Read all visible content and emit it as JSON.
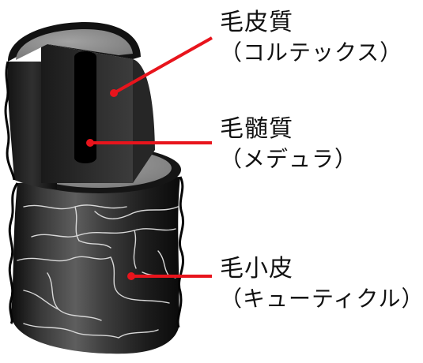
{
  "labels": {
    "cortex": {
      "name": "毛皮質",
      "reading": "（コルテックス）"
    },
    "medulla": {
      "name": "毛髄質",
      "reading": "（メデュラ）"
    },
    "cuticle": {
      "name": "毛小皮",
      "reading": "（キューティクル）"
    }
  },
  "colors": {
    "leader_line": "#e8141c",
    "hair_body": "#2a2a2a",
    "cortex_top": "#8c8c8c",
    "medulla_core": "#000000"
  }
}
